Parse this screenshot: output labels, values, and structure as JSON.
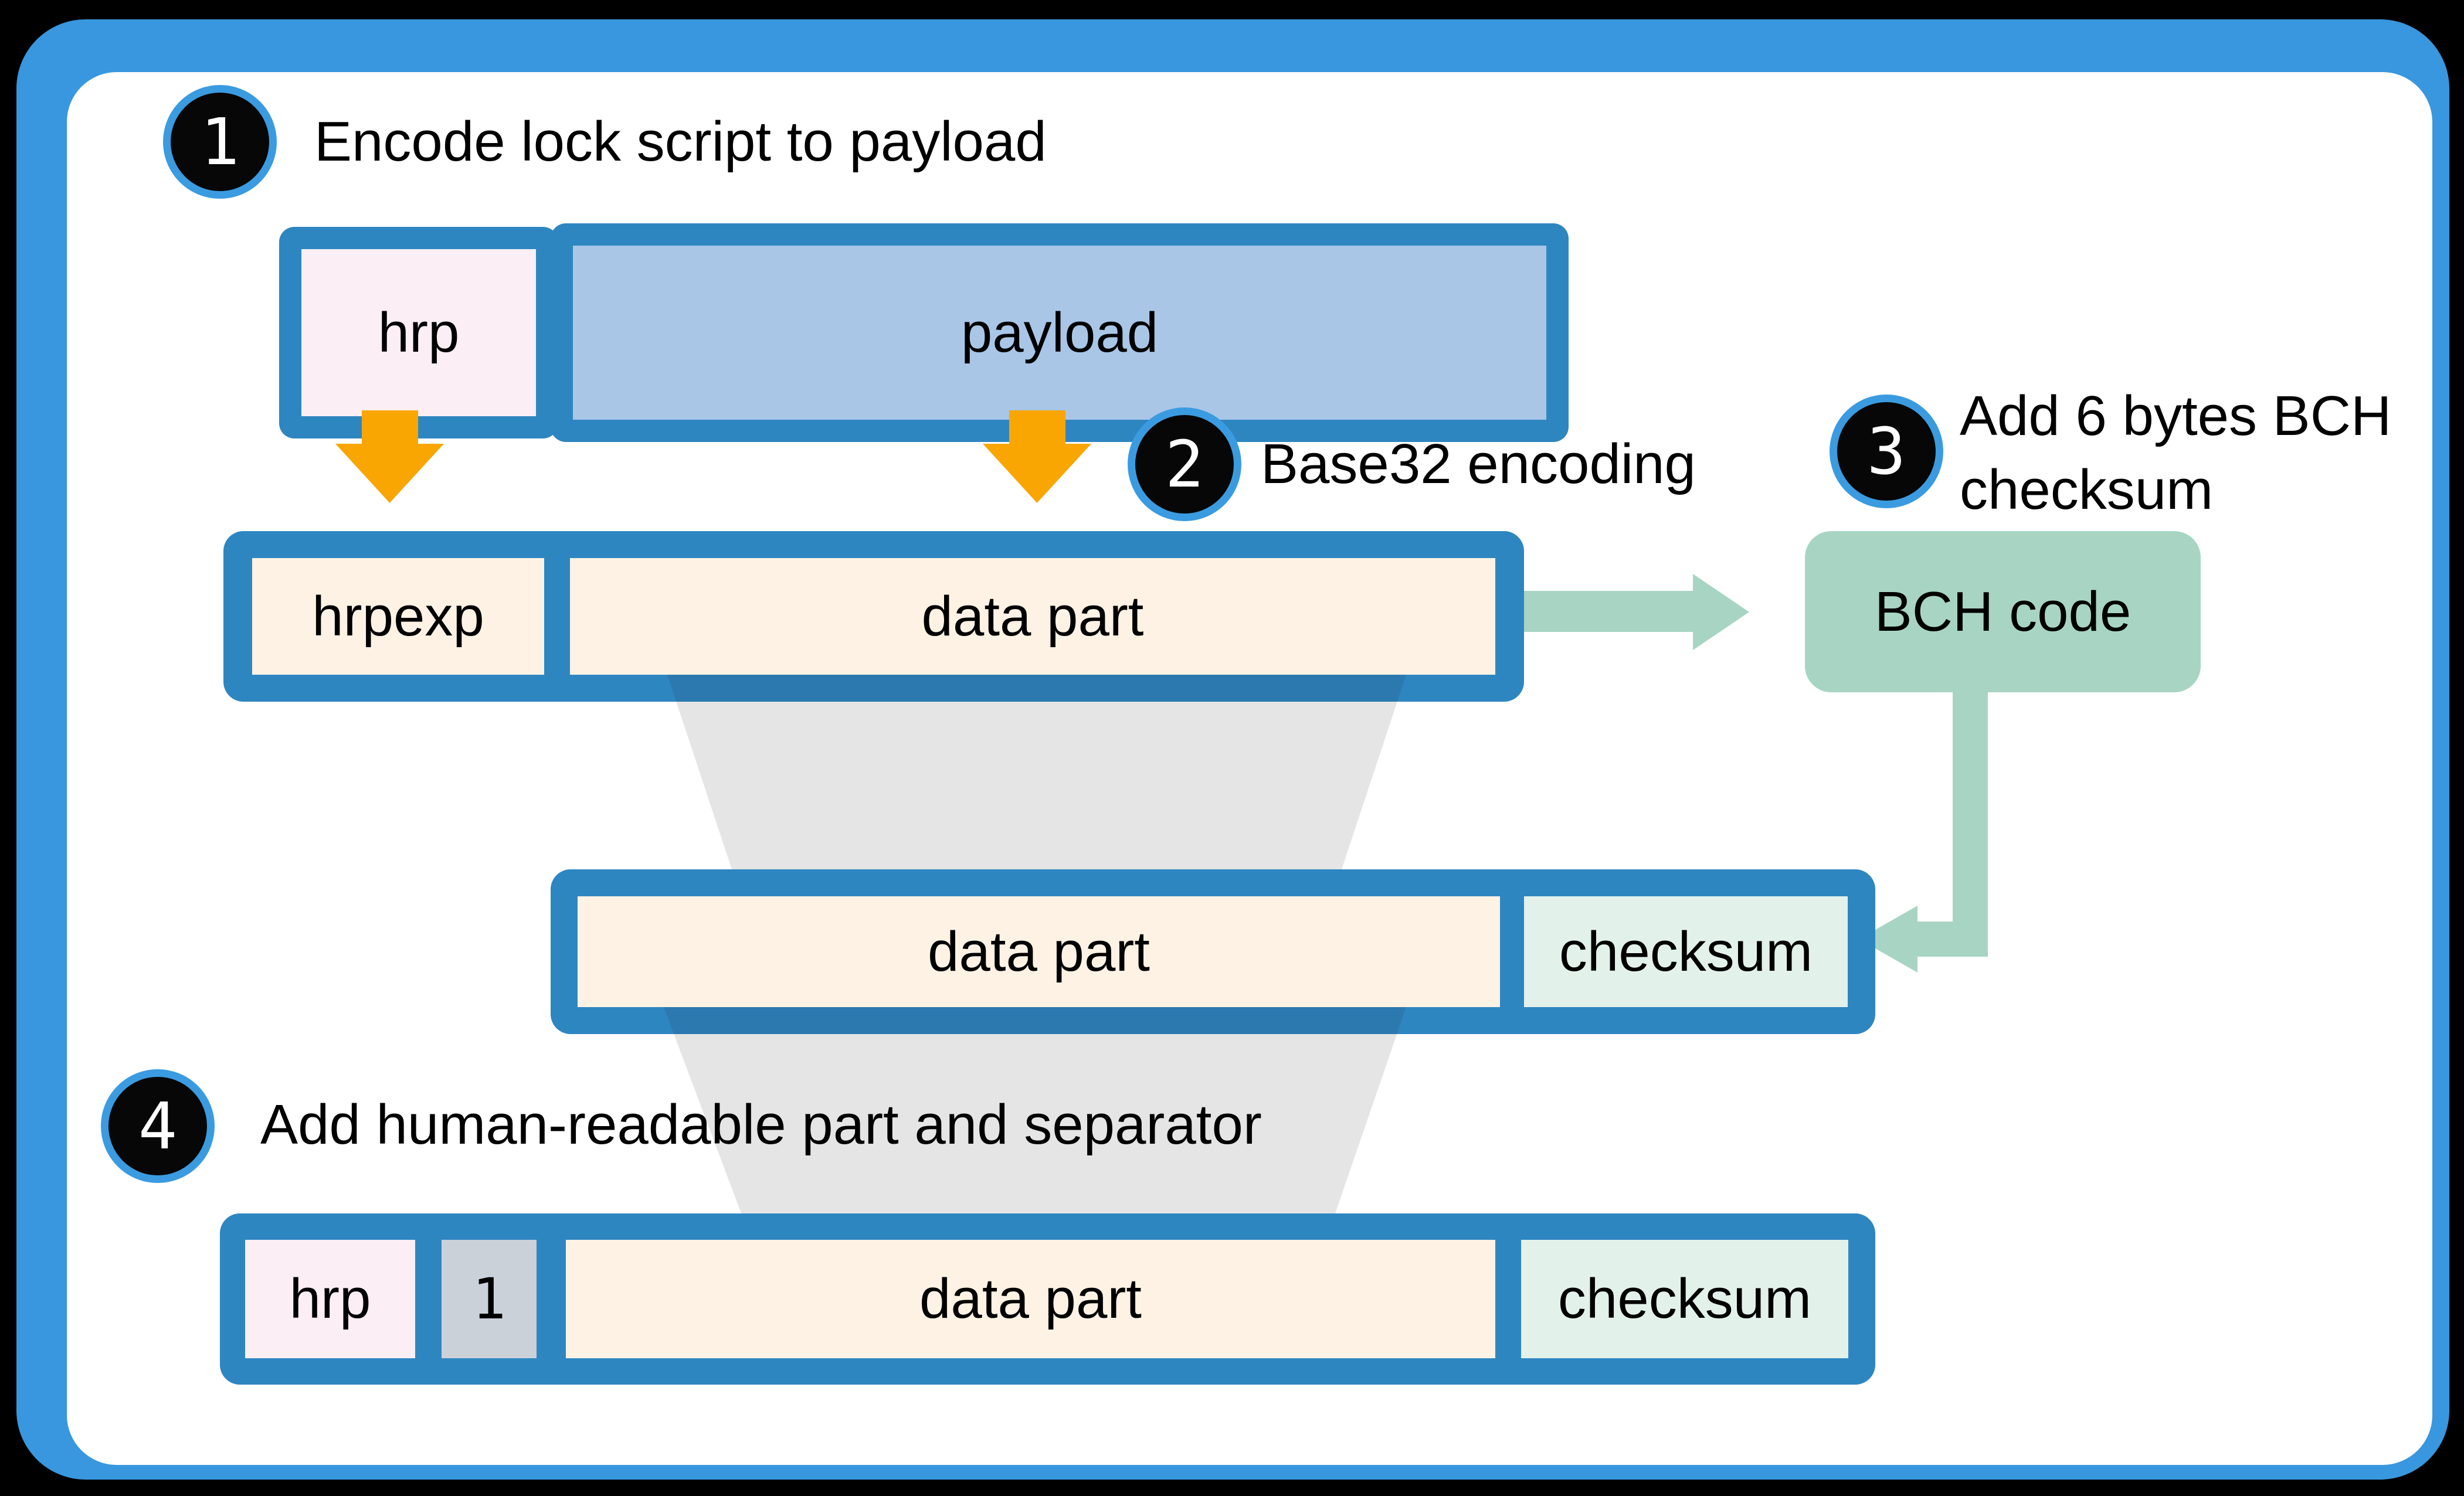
{
  "steps": [
    {
      "num": "1",
      "label": "Encode lock script to payload"
    },
    {
      "num": "2",
      "label": "Base32 encoding"
    },
    {
      "num": "3",
      "label_line1": "Add 6 bytes BCH",
      "label_line2": "checksum"
    },
    {
      "num": "4",
      "label": "Add human-readable part and separator"
    }
  ],
  "row1": {
    "hrp": "hrp",
    "payload": "payload"
  },
  "row2": {
    "hrpexp": "hrpexp",
    "data_part": "data part"
  },
  "bch_box": {
    "label": "BCH code"
  },
  "row3": {
    "data_part": "data part",
    "checksum": "checksum"
  },
  "row4": {
    "hrp": "hrp",
    "separator": "1",
    "data_part": "data part",
    "checksum": "checksum"
  },
  "icons": {
    "down_arrow": "down-arrow",
    "right_arrow": "right-arrow",
    "elbow_arrow": "elbow-arrow-down-left",
    "funnel": "funnel-shape"
  },
  "colors": {
    "canvas_black": "#000000",
    "panel_white": "#ffffff",
    "frame_blue": "#3897df",
    "box_blue": "#2e86c1",
    "ring_blue": "#3b9be0",
    "orange": "#f9a602",
    "green": "#a8d5c3",
    "payload_fill": "#a9c6e7",
    "pink_fill": "#fbeef4",
    "cream_fill": "#fdf2e4",
    "mint_fill": "#e3f1eb",
    "separator_fill": "#cbd1d9",
    "funnel_gray": "rgba(30,30,38,0.115)",
    "text_black": "#000000"
  }
}
